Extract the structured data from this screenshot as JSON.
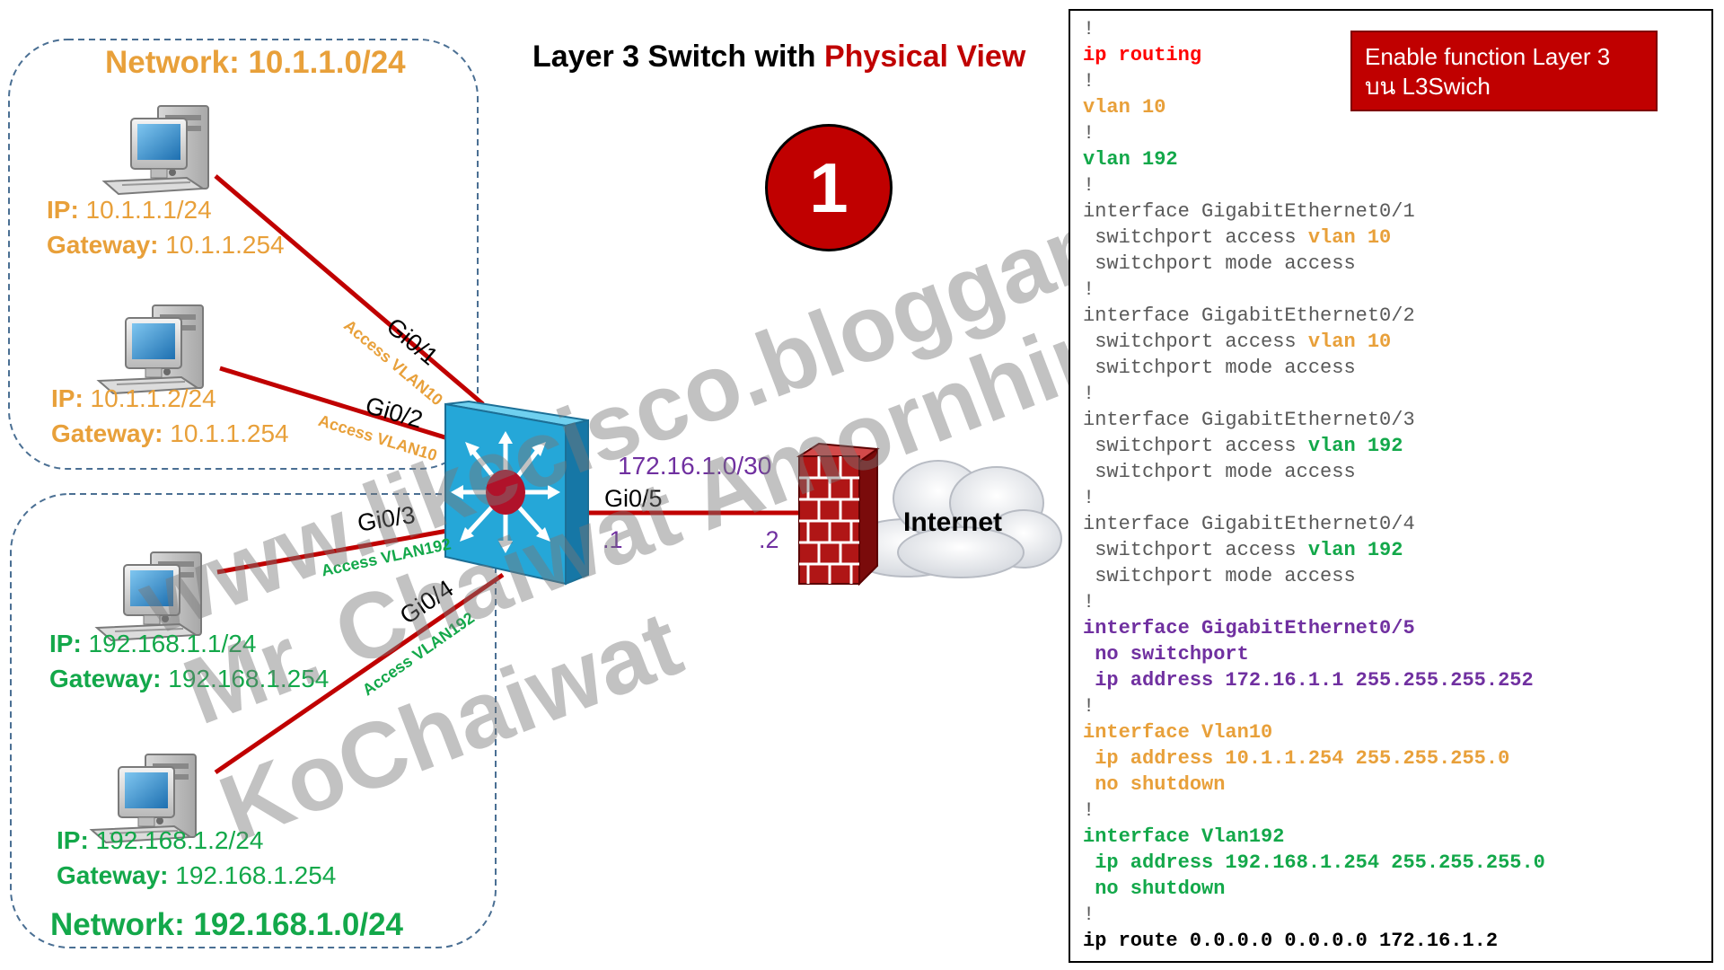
{
  "title": {
    "prefix": "Layer 3 Switch with ",
    "highlight": "Physical View"
  },
  "badge": "1",
  "networks": [
    {
      "label": "Network: 10.1.1.0/24"
    },
    {
      "label": "Network: 192.168.1.0/24"
    }
  ],
  "hosts": [
    {
      "ip_label": "IP:",
      "ip": " 10.1.1.1/24",
      "gw_label": "Gateway:",
      "gateway": " 10.1.1.254"
    },
    {
      "ip_label": "IP:",
      "ip": " 10.1.1.2/24",
      "gw_label": "Gateway:",
      "gateway": " 10.1.1.254"
    },
    {
      "ip_label": "IP:",
      "ip": " 192.168.1.1/24",
      "gw_label": "Gateway:",
      "gateway": " 192.168.1.254"
    },
    {
      "ip_label": "IP:",
      "ip": " 192.168.1.2/24",
      "gw_label": "Gateway:",
      "gateway": " 192.168.1.254"
    }
  ],
  "links": [
    {
      "port": "Gi0/1",
      "access": "Access VLAN10"
    },
    {
      "port": "Gi0/2",
      "access": "Access VLAN10"
    },
    {
      "port": "Gi0/3",
      "access": "Access VLAN192"
    },
    {
      "port": "Gi0/4",
      "access": "Access VLAN192"
    }
  ],
  "uplink": {
    "port": "Gi0/5",
    "subnet": "172.16.1.0/30",
    "switch_side": ".1",
    "firewall_side": ".2"
  },
  "internet_label": "Internet",
  "watermark": [
    "www.likecisco.bloggang.com",
    "Mr. Chaiwat Amornhirunwong",
    "KoChaiwat"
  ],
  "callout": {
    "line1": "Enable function Layer 3",
    "line2": "บน L3Swich"
  },
  "colors": {
    "red": "#c00000",
    "orange": "#e8a03a",
    "green": "#13a84a",
    "purple": "#7030a0"
  },
  "config": [
    {
      "text": "!",
      "color": "gray"
    },
    {
      "text": "ip routing",
      "color": "red"
    },
    {
      "text": "!",
      "color": "gray"
    },
    {
      "text": "vlan 10",
      "color": "orange"
    },
    {
      "text": "!",
      "color": "gray"
    },
    {
      "text": "vlan 192",
      "color": "green"
    },
    {
      "text": "!",
      "color": "gray"
    },
    {
      "text": "interface GigabitEthernet0/1",
      "color": "gray"
    },
    {
      "text": " switchport access ",
      "color": "gray",
      "tail": "vlan 10",
      "tail_color": "orange"
    },
    {
      "text": " switchport mode access",
      "color": "gray"
    },
    {
      "text": "!",
      "color": "gray"
    },
    {
      "text": "interface GigabitEthernet0/2",
      "color": "gray"
    },
    {
      "text": " switchport access ",
      "color": "gray",
      "tail": "vlan 10",
      "tail_color": "orange"
    },
    {
      "text": " switchport mode access",
      "color": "gray"
    },
    {
      "text": "!",
      "color": "gray"
    },
    {
      "text": "interface GigabitEthernet0/3",
      "color": "gray"
    },
    {
      "text": " switchport access ",
      "color": "gray",
      "tail": "vlan 192",
      "tail_color": "green"
    },
    {
      "text": " switchport mode access",
      "color": "gray"
    },
    {
      "text": "!",
      "color": "gray"
    },
    {
      "text": "interface GigabitEthernet0/4",
      "color": "gray"
    },
    {
      "text": " switchport access ",
      "color": "gray",
      "tail": "vlan 192",
      "tail_color": "green"
    },
    {
      "text": " switchport mode access",
      "color": "gray"
    },
    {
      "text": "!",
      "color": "gray"
    },
    {
      "text": "interface GigabitEthernet0/5",
      "color": "purple"
    },
    {
      "text": " no switchport",
      "color": "purple"
    },
    {
      "text": " ip address 172.16.1.1 255.255.255.252",
      "color": "purple"
    },
    {
      "text": "!",
      "color": "gray"
    },
    {
      "text": "interface Vlan10",
      "color": "orange"
    },
    {
      "text": " ip address 10.1.1.254 255.255.255.0",
      "color": "orange"
    },
    {
      "text": " no shutdown",
      "color": "orange"
    },
    {
      "text": "!",
      "color": "gray"
    },
    {
      "text": "interface Vlan192",
      "color": "green"
    },
    {
      "text": " ip address 192.168.1.254 255.255.255.0",
      "color": "green"
    },
    {
      "text": " no shutdown",
      "color": "green"
    },
    {
      "text": "!",
      "color": "gray"
    },
    {
      "text": "ip route 0.0.0.0 0.0.0.0 172.16.1.2",
      "color": "black"
    }
  ]
}
